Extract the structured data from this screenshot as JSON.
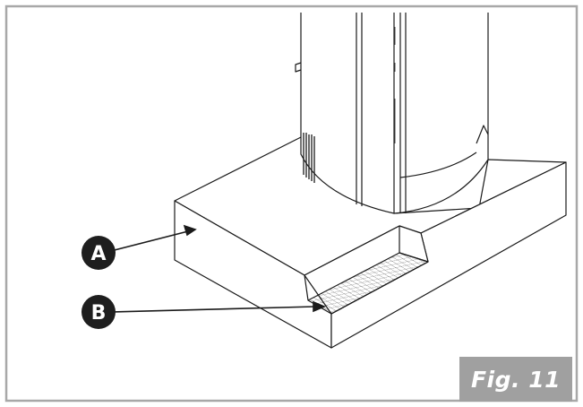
{
  "callouts": [
    {
      "label": "A"
    },
    {
      "label": "B"
    }
  ],
  "caption": {
    "text": "Fig. 11"
  },
  "colors": {
    "frame": "#a8a8a8",
    "line": "#1a1a1a",
    "callout_fill": "#1e1e1e",
    "callout_text": "#ffffff",
    "caption_bg": "#a0a0a0",
    "caption_text": "#ffffff"
  }
}
